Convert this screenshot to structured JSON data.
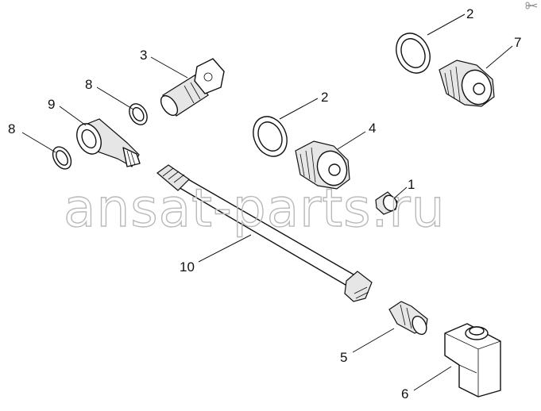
{
  "watermark": "ansat-parts.ru",
  "callouts": [
    "1",
    "2",
    "2",
    "3",
    "4",
    "5",
    "6",
    "7",
    "8",
    "8",
    "9",
    "10"
  ],
  "icons": {
    "corner": "scissors-icon"
  },
  "colors": {
    "line": "#111111",
    "watermark": "#b9b9b9",
    "background": "#ffffff"
  }
}
